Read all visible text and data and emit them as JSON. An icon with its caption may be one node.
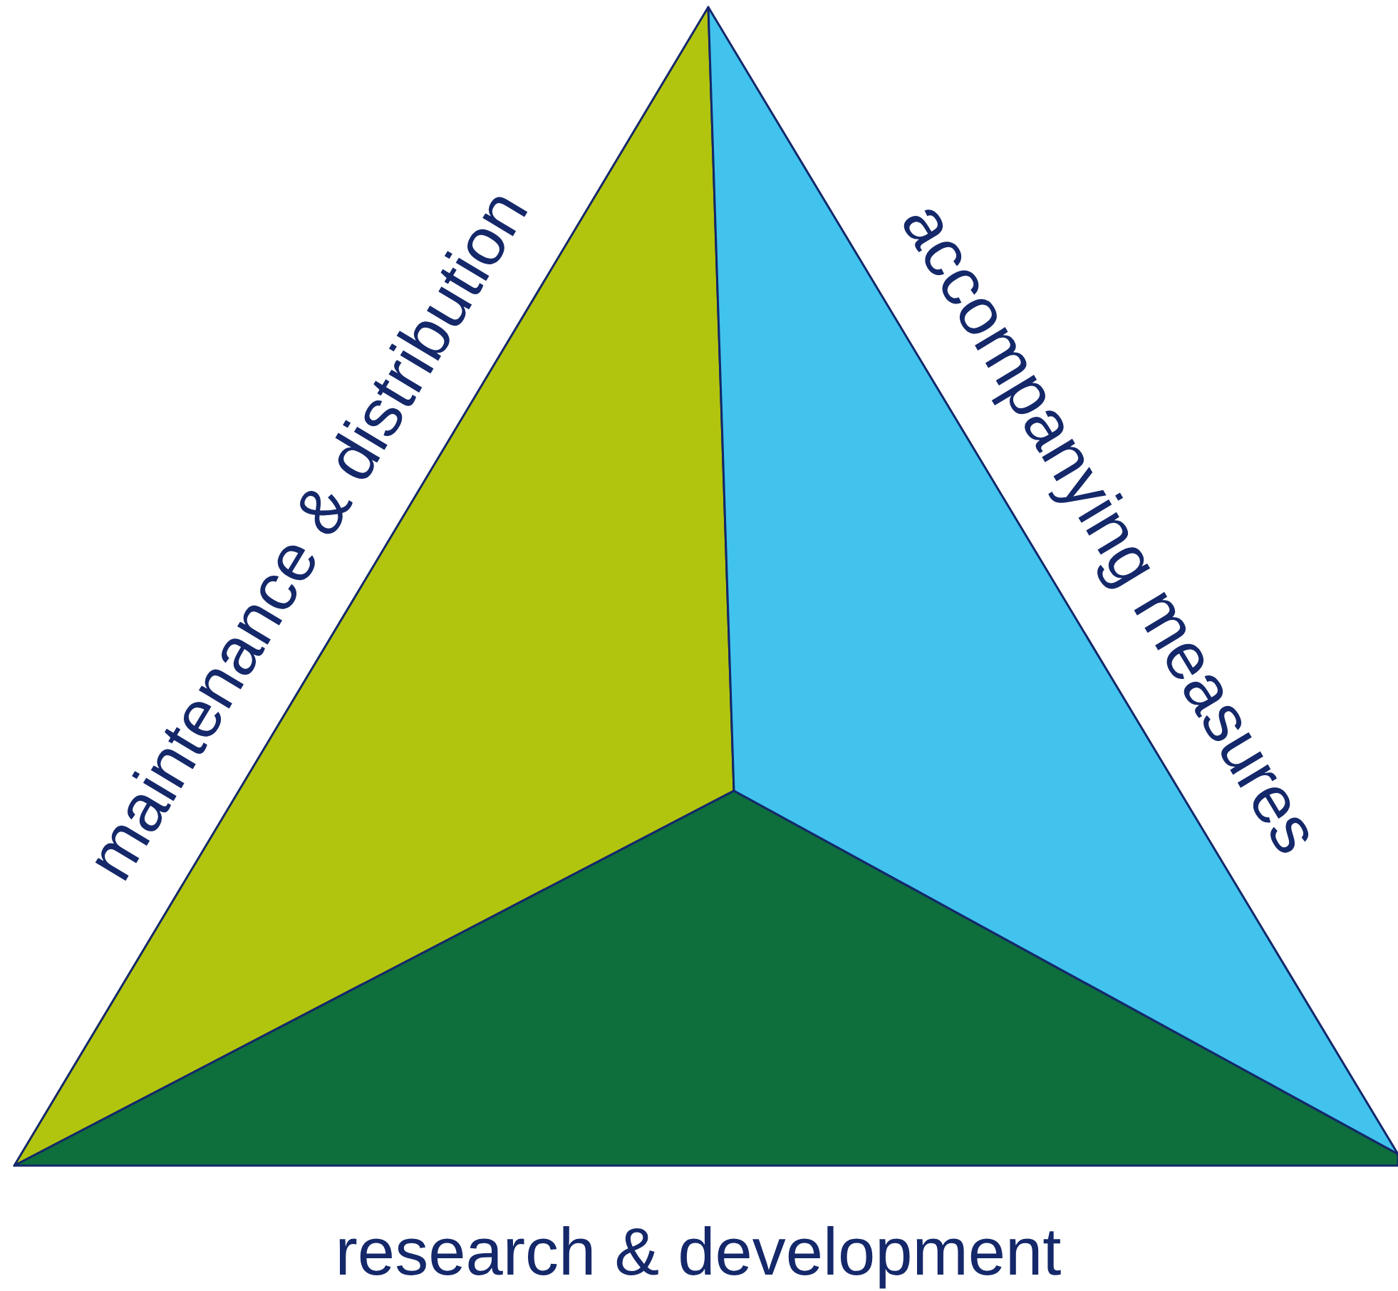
{
  "diagram": {
    "nodes": [
      {
        "text": [
          "maintenance & distribution"
        ]
      },
      {
        "text": [
          "accompanying measures"
        ]
      },
      {
        "text": [
          "research & development"
        ]
      }
    ]
  }
}
